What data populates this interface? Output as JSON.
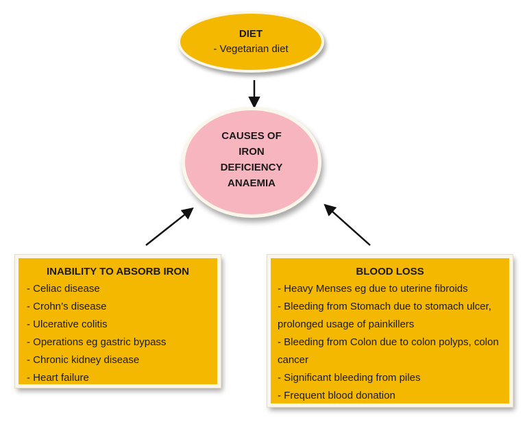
{
  "diet": {
    "title": "DIET",
    "items": [
      "- Vegetarian diet"
    ]
  },
  "center": {
    "title": "CAUSES OF IRON DEFICIENCY ANAEMIA"
  },
  "absorption": {
    "title": "INABILITY TO ABSORB IRON",
    "items": [
      "-  Celiac disease",
      "- Crohn’s disease",
      "- Ulcerative colitis",
      "- Operations eg gastric bypass",
      "- Chronic kidney disease",
      "- Heart failure"
    ]
  },
  "blood_loss": {
    "title": "BLOOD LOSS",
    "items": [
      "-  Heavy Menses eg due to uterine fibroids",
      "-  Bleeding from Stomach due to stomach ulcer, prolonged usage of painkillers",
      "-  Bleeding from Colon due to colon polyps, colon cancer",
      "-  Significant bleeding from piles",
      "-  Frequent blood donation"
    ]
  },
  "colors": {
    "box_fill": "#f5b800",
    "center_fill": "#f7b5bf",
    "arrow": "#111111"
  }
}
